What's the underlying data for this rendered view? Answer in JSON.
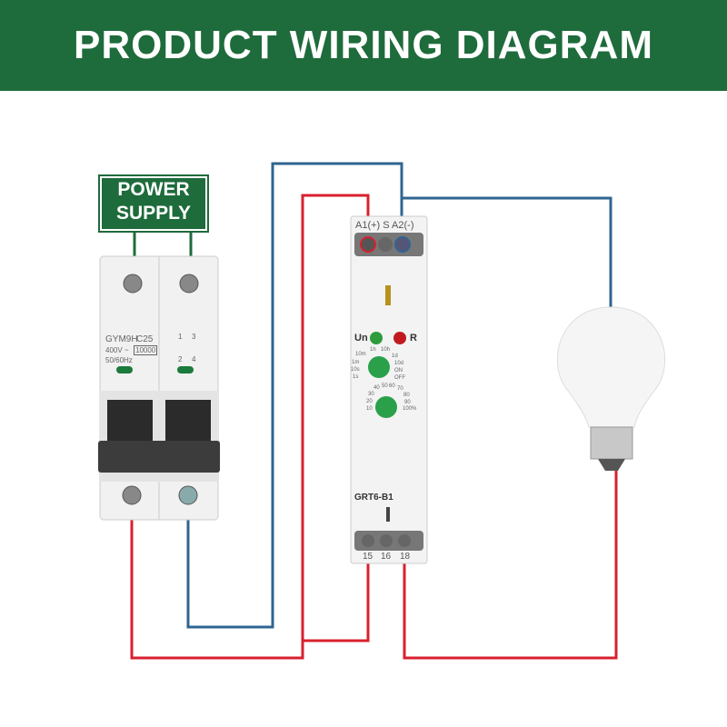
{
  "title": "PRODUCT WIRING DIAGRAM",
  "power_supply": {
    "line1": "POWER",
    "line2": "SUPPLY"
  },
  "breaker": {
    "model": "GYM9H",
    "rating": "C25",
    "voltage": "400V ~",
    "frequency": "50/60Hz",
    "capacity": "10000",
    "pole_labels": [
      "1",
      "3",
      "2",
      "4"
    ]
  },
  "relay": {
    "model": "GRT6-B1",
    "top_terminals": "A1(+) S A2(-)",
    "bottom_terminals": [
      "15",
      "16",
      "18"
    ],
    "led_un": "Un",
    "led_r": "R",
    "time_ranges": [
      "1s",
      "10s",
      "1m",
      "10m",
      "1h",
      "10h",
      "1d",
      "10d",
      "ON",
      "OFF"
    ],
    "percent_scale": [
      "10",
      "20",
      "30",
      "40",
      "50",
      "60",
      "70",
      "80",
      "90",
      "100%"
    ]
  },
  "colors": {
    "header": "#1e6b3b",
    "live_wire": "#d8202f",
    "neutral_wire": "#2f6591"
  }
}
